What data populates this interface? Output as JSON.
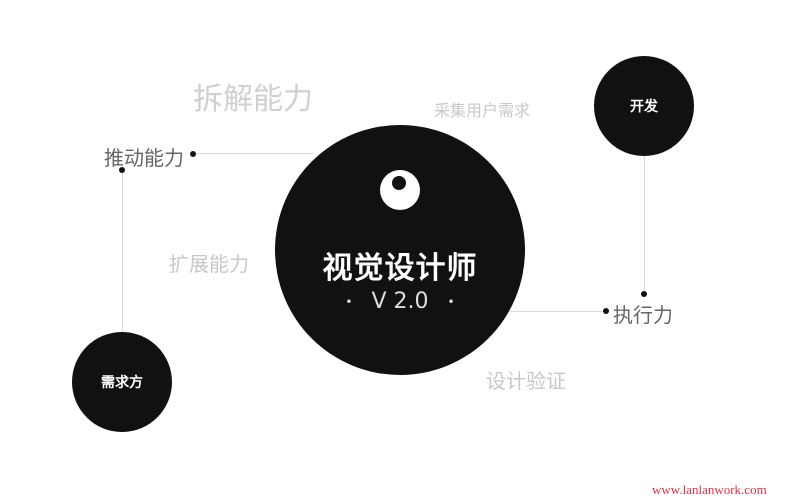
{
  "center": {
    "title": "视觉设计师",
    "version": "V 2.0",
    "bullet": "•"
  },
  "nodes": {
    "dev": "开发",
    "demand": "需求方"
  },
  "labels": {
    "decompose": "拆解能力",
    "collect": "采集用户需求",
    "drive": "推动能力",
    "expand": "扩展能力",
    "execute": "执行力",
    "verify": "设计验证"
  },
  "watermark": "www.lanlanwork.com"
}
